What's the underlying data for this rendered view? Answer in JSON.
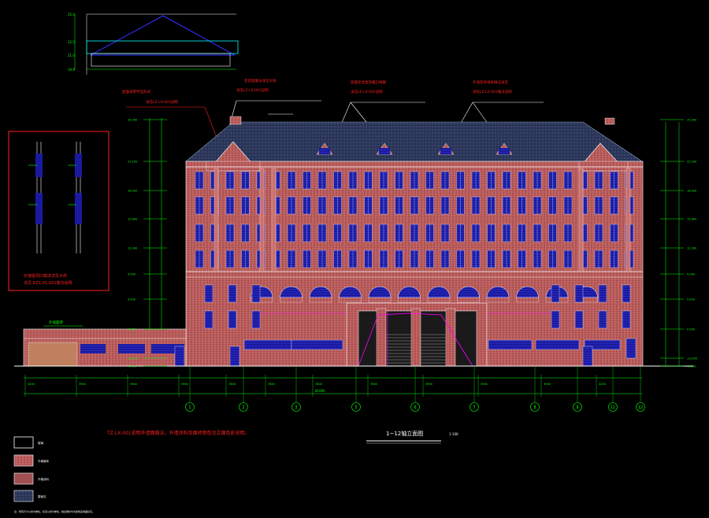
{
  "drawing": {
    "title": "1~12轴立面图",
    "scale": "1:100",
    "footer_note": "注：所有尺寸以米为单位，标高以米为单位，除注明外均为建筑完成面标高。",
    "colors": {
      "background": "#000000",
      "brick": "#b85a5a",
      "roof": "#2b3658",
      "window": "#1a1aa0",
      "dimension": "#00ff00",
      "note": "#ff2020",
      "highlight": "#ff00ff"
    }
  },
  "annotations": [
    {
      "text": "屋面采用平瓦形式",
      "sub": "详见LZ-LX-001说明"
    },
    {
      "text": "老虎窗做法详见大样",
      "sub": "详见LZ-LX-001说明"
    },
    {
      "text": "屋面老虎窗及檐口线脚",
      "sub": "详见LZ-LX-001说明"
    },
    {
      "text": "外墙装饰线条做法详见",
      "sub": "详见LZ-LX-001做法说明"
    }
  ],
  "detail_note": {
    "line1": "外墙窗洞口做法详见大样",
    "line2": "详见 DZ1-01-001做法说明"
  },
  "bottom_note": "TZ-LX-001说明外墙面做法，外墙涂料及面砖颜色见立面色彩说明。",
  "side_label": "外墙面砖",
  "level_labels": [
    "25.400",
    "22.200",
    "18.900",
    "15.600",
    "12.300",
    "9.000",
    "5.400",
    "0.900",
    "±0.000",
    "-0.450"
  ],
  "dims_top_row": [
    "4200",
    "3900",
    "3900",
    "3900",
    "7800",
    "7800",
    "7800",
    "7800",
    "3900",
    "3900",
    "3900",
    "4200"
  ],
  "dims_total": "81600",
  "axes": [
    "1",
    "2",
    "3",
    "5",
    "6",
    "7",
    "8",
    "9",
    "11",
    "12"
  ],
  "legend": [
    {
      "label": "玻璃",
      "swatch": "glass"
    },
    {
      "label": "外墙面砖",
      "swatch": "brick"
    },
    {
      "label": "外墙涂料",
      "swatch": "paint"
    },
    {
      "label": "屋面瓦",
      "swatch": "roof"
    }
  ]
}
